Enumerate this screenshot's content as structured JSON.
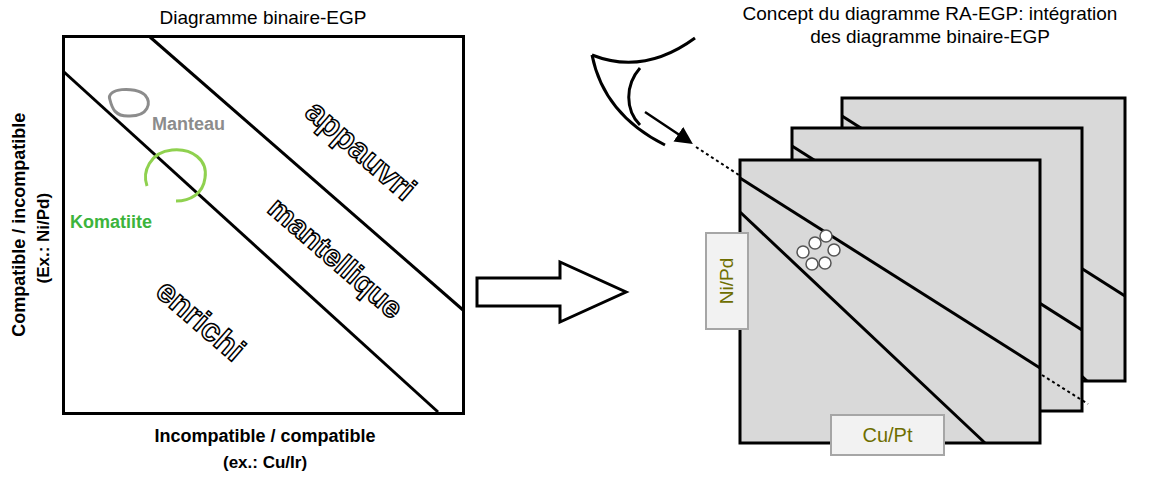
{
  "diagram": {
    "nodes": [
      {
        "text": [
          "Manteau",
          "Komatiite",
          "appauvri",
          "mantellique",
          "enrichi"
        ]
      },
      {
        "text": [
          "Ni/Pd"
        ]
      },
      {
        "text": [
          "Cu/Pt"
        ]
      }
    ],
    "labels": [
      "Diagramme binaire-EGP",
      "Compatible / incompatible",
      "(Ex.: Ni/Pd)",
      "Incompatible / compatible",
      "(ex.: Cu/Ir)",
      "Concept du diagramme RA-EGP: intégration des diagramme binaire-EGP"
    ]
  }
}
